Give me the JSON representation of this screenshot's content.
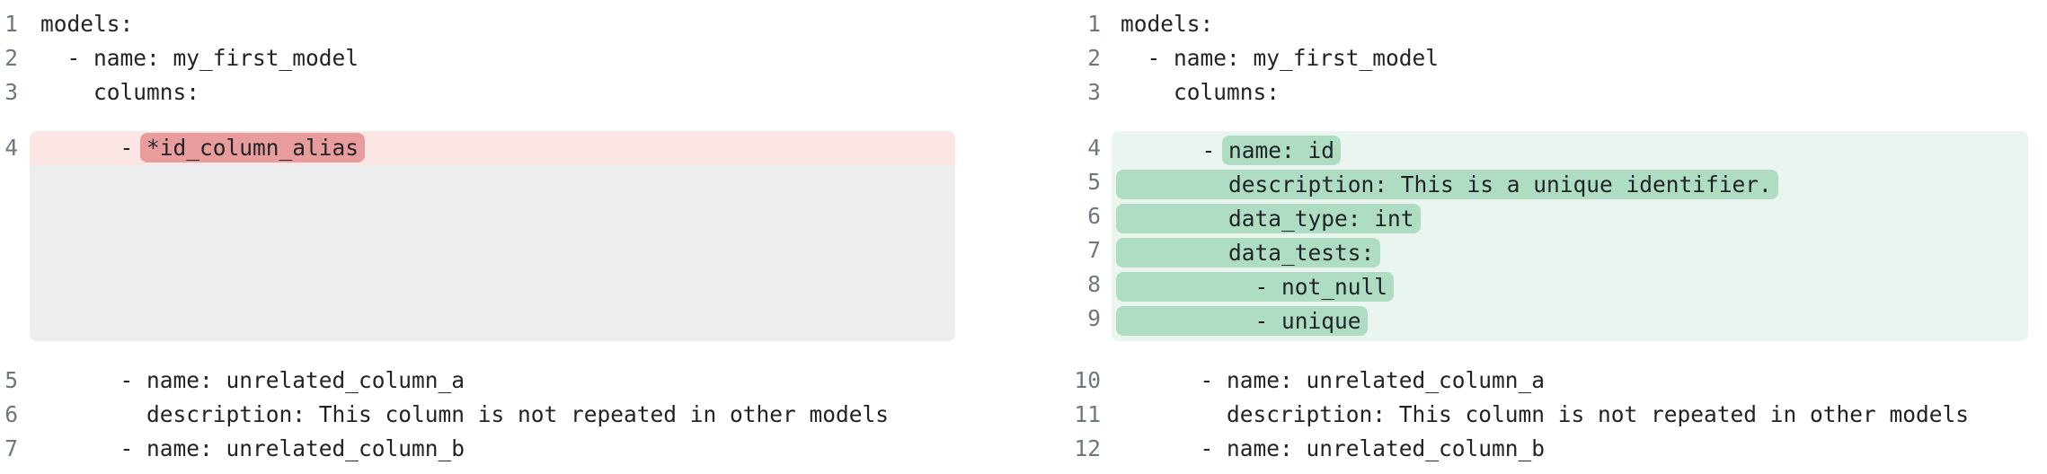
{
  "colors": {
    "page_bg": "#ffffff",
    "code_text": "#1f2328",
    "line_number": "#6e7781",
    "removed_row_bg": "#fbe5e5",
    "removed_token_bg": "#e89c9c",
    "collapsed_filler_bg": "#ecedee",
    "added_block_bg": "#eaf5ef",
    "added_token_bg": "#aeddc3"
  },
  "left_pane": {
    "lines_top": [
      {
        "num": "1",
        "text": "models:"
      },
      {
        "num": "2",
        "text": "  - name: my_first_model"
      },
      {
        "num": "3",
        "text": "    columns:"
      }
    ],
    "change_block": {
      "removed_line": {
        "num": "4",
        "prefix": "      - ",
        "marked": "*id_column_alias"
      },
      "filler_row_count": 5
    },
    "lines_bottom": [
      {
        "num": "5",
        "text": "      - name: unrelated_column_a"
      },
      {
        "num": "6",
        "text": "        description: This column is not repeated in other models"
      },
      {
        "num": "7",
        "text": "      - name: unrelated_column_b"
      }
    ]
  },
  "right_pane": {
    "lines_top": [
      {
        "num": "1",
        "text": "models:"
      },
      {
        "num": "2",
        "text": "  - name: my_first_model"
      },
      {
        "num": "3",
        "text": "    columns:"
      }
    ],
    "change_block": {
      "added_lines": [
        {
          "num": "4",
          "prefix": "      - ",
          "marked": "name: id"
        },
        {
          "num": "5",
          "prefix": "",
          "marked": "        description: This is a unique identifier."
        },
        {
          "num": "6",
          "prefix": "",
          "marked": "        data_type: int"
        },
        {
          "num": "7",
          "prefix": "",
          "marked": "        data_tests:"
        },
        {
          "num": "8",
          "prefix": "",
          "marked": "          - not_null"
        },
        {
          "num": "9",
          "prefix": "",
          "marked": "          - unique"
        }
      ]
    },
    "lines_bottom": [
      {
        "num": "10",
        "text": "      - name: unrelated_column_a"
      },
      {
        "num": "11",
        "text": "        description: This column is not repeated in other models"
      },
      {
        "num": "12",
        "text": "      - name: unrelated_column_b"
      }
    ]
  }
}
